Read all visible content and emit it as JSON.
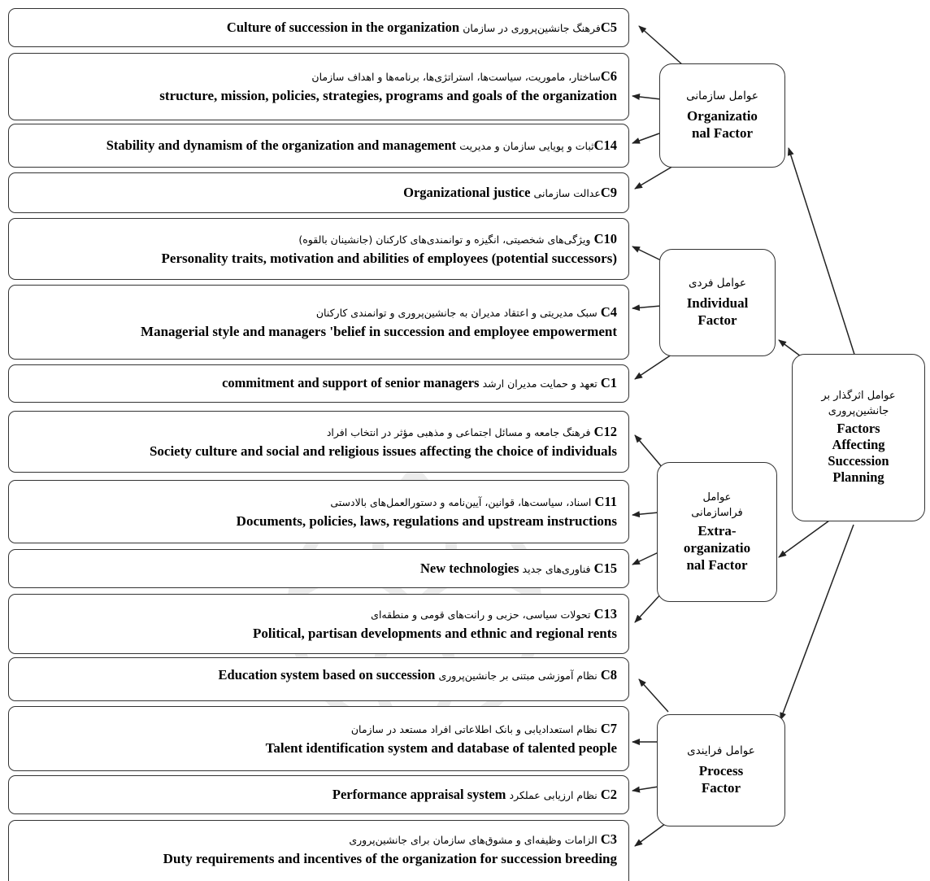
{
  "criteria": [
    {
      "id": "c5",
      "lines": [
        {
          "code": "C5",
          "fa": "فرهنگ جانشین‌پروری در سازمان",
          "en": "Culture of succession in the organization"
        }
      ]
    },
    {
      "id": "c6",
      "code": "C6",
      "fa": "ساختار، ماموریت، سیاست‌ها، استراتژی‌ها، برنامه‌ها و اهداف سازمان",
      "en": "structure, mission, policies, strategies, programs and goals of the organization"
    },
    {
      "id": "c14",
      "lines": [
        {
          "code": "C14",
          "fa": "ثبات و پویایی سازمان و مدیریت",
          "en": "Stability and dynamism of the organization and management"
        }
      ]
    },
    {
      "id": "c9",
      "lines": [
        {
          "code": "C9",
          "fa": "عدالت سازمانی",
          "en": "Organizational justice"
        }
      ]
    },
    {
      "id": "c10",
      "code": "C10",
      "fa": "ویژگی‌های شخصیتی، انگیزه و توانمندی‌های کارکنان (جانشینان بالقوه)",
      "en": "Personality traits, motivation and abilities of employees (potential successors)"
    },
    {
      "id": "c4",
      "code": "C4",
      "fa": "سبک مدیریتی و اعتقاد مدیران به جانشین‌پروری و توانمندی کارکنان",
      "en": "Managerial style and managers 'belief in succession and employee empowerment"
    },
    {
      "id": "c1",
      "lines": [
        {
          "code": "C1",
          "fa": "تعهد و حمایت مدیران ارشد",
          "en": "commitment and support of senior managers"
        }
      ]
    },
    {
      "id": "c12",
      "code": "C12",
      "fa": "فرهنگ جامعه و مسائل اجتماعی و مذهبی مؤثر در انتخاب افراد",
      "en": "Society culture and social and religious issues affecting the choice of individuals"
    },
    {
      "id": "c11",
      "code": "C11",
      "fa": "اسناد، سیاست‌ها، قوانین، آیین‌نامه و دستورالعمل‌های بالادستی",
      "en": "Documents, policies, laws, regulations and upstream instructions"
    },
    {
      "id": "c15",
      "lines": [
        {
          "code": "C15",
          "fa": "فناوری‌های جدید",
          "en": "New technologies"
        }
      ]
    },
    {
      "id": "c13",
      "code": "C13",
      "fa": "تحولات سیاسی، حزبی و رانت‌های قومی و منطقه‌ای",
      "en": "Political, partisan developments and ethnic and regional rents"
    },
    {
      "id": "c8",
      "lines": [
        {
          "code": "C8",
          "fa": "نظام آموزشی مبتنی بر جانشین‌پروری",
          "en": "Education system based on succession"
        }
      ]
    },
    {
      "id": "c7",
      "code": "C7",
      "fa": "نظام استعدادیابی و بانک اطلاعاتی افراد مستعد در سازمان",
      "en": "Talent identification system and database of talented people"
    },
    {
      "id": "c2",
      "lines": [
        {
          "code": "C2",
          "fa": "نظام ارزیابی عملکرد",
          "en": "Performance appraisal system"
        }
      ]
    },
    {
      "id": "c3",
      "code": "C3",
      "fa": "الزامات وظیفه‌ای و مشوق‌های سازمان برای جانشین‌پروری",
      "en": "Duty requirements and incentives of the organization for succession breeding"
    }
  ],
  "factors": [
    {
      "id": "org",
      "fa": "عوامل سازمانی",
      "en": [
        "Organizatio",
        "nal Factor"
      ]
    },
    {
      "id": "ind",
      "fa": "عوامل فردی",
      "en": [
        "Individual",
        "Factor"
      ]
    },
    {
      "id": "ext",
      "fa": [
        "عوامل",
        "فراسازمانی"
      ],
      "en": [
        "Extra-",
        "organizatio",
        "nal Factor"
      ]
    },
    {
      "id": "proc",
      "fa": "عوامل فرایندی",
      "en": [
        "Process",
        "Factor"
      ]
    }
  ],
  "root": {
    "fa": [
      "عوامل اثرگذار بر",
      "جانشین‌پروری"
    ],
    "en": [
      "Factors",
      "Affecting",
      "Succession",
      "Planning"
    ]
  },
  "colors": {
    "line": "#333333",
    "box": "#ffffff",
    "watermark": "#888888"
  }
}
